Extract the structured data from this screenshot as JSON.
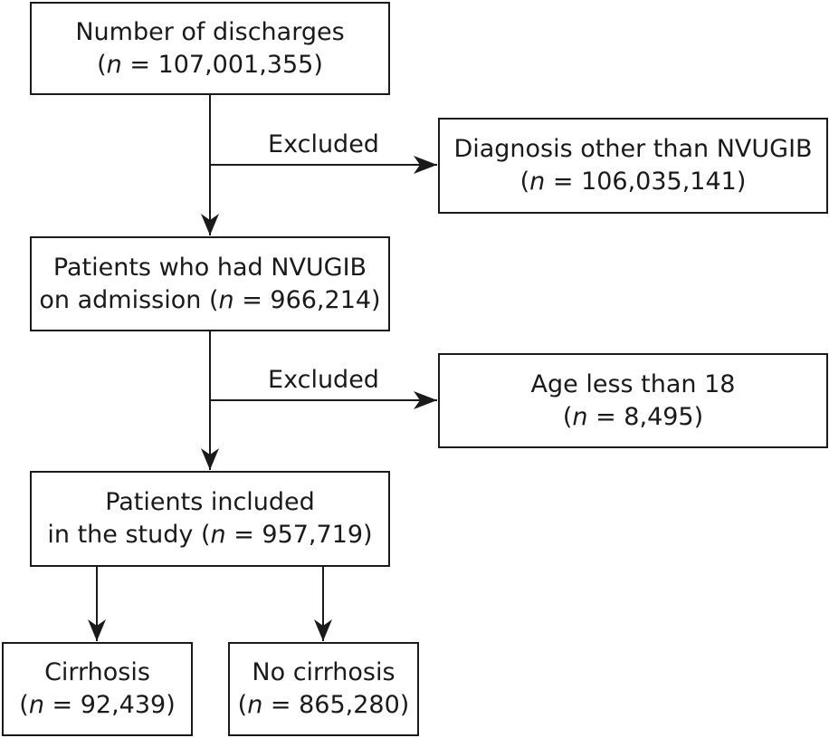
{
  "colors": {
    "stroke": "#1a1a1a",
    "background": "#ffffff"
  },
  "nodes": {
    "discharges": {
      "line1": "Number of discharges",
      "count_prefix": "(",
      "n_symbol": "n",
      "count_suffix": " = 107,001,355)"
    },
    "excluded_diagnosis": {
      "line1": "Diagnosis other than NVUGIB",
      "count_prefix": "(",
      "n_symbol": "n",
      "count_suffix": " = 106,035,141)"
    },
    "nvugib_patients": {
      "line1": "Patients who had NVUGIB",
      "line2_prefix": "on admission (",
      "n_symbol": "n",
      "count_suffix": " = 966,214)"
    },
    "excluded_age": {
      "line1": "Age less than 18",
      "count_prefix": "(",
      "n_symbol": "n",
      "count_suffix": " = 8,495)"
    },
    "included": {
      "line1": "Patients included",
      "line2_prefix": "in the study (",
      "n_symbol": "n",
      "count_suffix": " = 957,719)"
    },
    "cirrhosis": {
      "line1": "Cirrhosis",
      "count_prefix": "(",
      "n_symbol": "n",
      "count_suffix": " = 92,439)"
    },
    "no_cirrhosis": {
      "line1": "No cirrhosis",
      "count_prefix": "(",
      "n_symbol": "n",
      "count_suffix": " = 865,280)"
    }
  },
  "edge_labels": {
    "excluded_1": "Excluded",
    "excluded_2": "Excluded"
  }
}
